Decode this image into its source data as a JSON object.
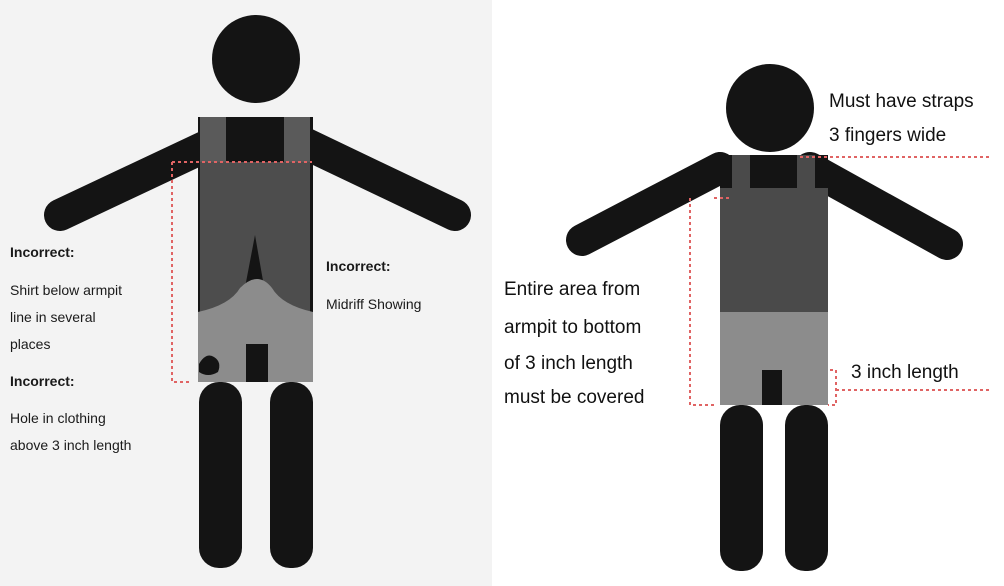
{
  "left_panel": {
    "incorrect_1_heading": "Incorrect:",
    "incorrect_1_text": [
      "Shirt below armpit",
      "line in several",
      "places"
    ],
    "incorrect_2_heading": "Incorrect:",
    "incorrect_2_text": [
      "Hole in clothing",
      "above 3 inch length"
    ],
    "incorrect_3_heading": "Incorrect:",
    "incorrect_3_text": [
      "Midriff Showing"
    ]
  },
  "right_panel": {
    "straps_text": [
      "Must have straps",
      "3 fingers wide"
    ],
    "coverage_text": [
      "Entire area from",
      "armpit to bottom",
      "of 3 inch length",
      "must be covered"
    ],
    "length_text": "3 inch length"
  },
  "colors": {
    "figure_black": "#141414",
    "top_dark_gray": "#4a4a4a",
    "shorts_light_gray": "#8c8c8c",
    "guide_red": "#e06464"
  }
}
